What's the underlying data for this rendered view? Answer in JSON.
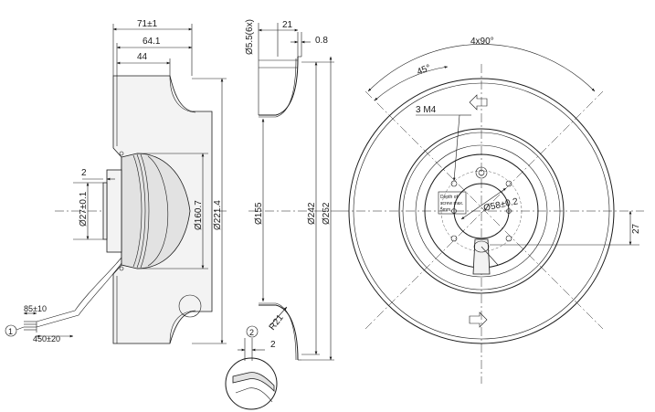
{
  "side_view": {
    "dim_width_total": "71±1",
    "dim_width_mid": "64.1",
    "dim_width_inner": "44",
    "dim_step": "2",
    "dim_shaft_dia": "Ø27±0.1",
    "dim_motor_dia": "Ø160.7",
    "dim_housing_dia": "Ø221.4",
    "dim_cable_strip": "85±10",
    "dim_cable_length": "450±20",
    "callout_cable": "1"
  },
  "section_view": {
    "dim_holes": "Ø5.5(6x)",
    "dim_width": "21",
    "dim_thickness": "0.8",
    "dim_inlet_dia": "Ø155",
    "dim_outer_dia_1": "Ø242",
    "dim_outer_dia_2": "Ø252",
    "dim_radius": "R21",
    "callout_detail": "2",
    "detail_dim": "2"
  },
  "front_view": {
    "dim_angle_spacing": "4x90°",
    "dim_angle": "45°",
    "dim_thread": "3 M4",
    "dim_bolt_circle": "Ø58±0.2",
    "dim_offset": "27",
    "label_depth": [
      "Depth of",
      "screw max.",
      "5mm"
    ]
  }
}
